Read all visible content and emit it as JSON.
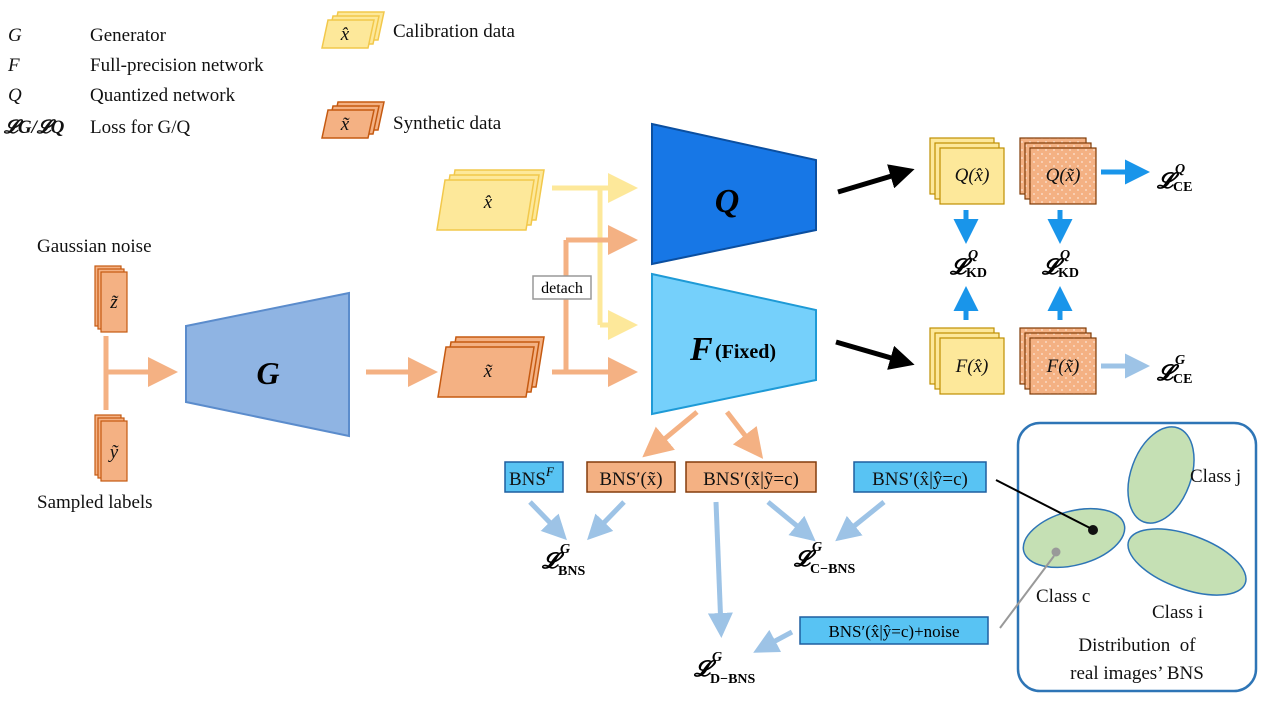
{
  "legend": {
    "items": [
      {
        "symbol": "G",
        "desc": "Generator"
      },
      {
        "symbol": "F",
        "desc": "Full-precision network"
      },
      {
        "symbol": "Q",
        "desc": "Quantized network"
      },
      {
        "symbol": "𝓛G/𝓛Q",
        "desc": "Loss for G/Q"
      }
    ],
    "calibration": {
      "symbol": "x̂",
      "label": "Calibration data"
    },
    "synthetic": {
      "symbol": "x̃",
      "label": "Synthetic data"
    }
  },
  "inputs": {
    "noise_label": "Gaussian noise",
    "noise_symbol": "z̃",
    "labels_label": "Sampled labels",
    "labels_symbol": "ỹ"
  },
  "networks": {
    "generator": "G",
    "quantized": "Q",
    "full": "F",
    "full_suffix": "(Fixed)"
  },
  "data": {
    "calib": "x̂",
    "synth": "x̃",
    "detach": "detach"
  },
  "outputs": {
    "q_calib": "Q(x̂)",
    "q_synth": "Q(x̃)",
    "f_calib": "F(x̂)",
    "f_synth": "F(x̃)"
  },
  "losses": {
    "ce_q": {
      "base": "𝓛",
      "sup": "Q",
      "sub": "CE"
    },
    "kd_q1": {
      "base": "𝓛",
      "sup": "Q",
      "sub": "KD"
    },
    "kd_q2": {
      "base": "𝓛",
      "sup": "Q",
      "sub": "KD"
    },
    "ce_g": {
      "base": "𝓛",
      "sup": "G",
      "sub": "CE"
    },
    "bns_g": {
      "base": "𝓛",
      "sup": "G",
      "sub": "BNS"
    },
    "cbns_g": {
      "base": "𝓛",
      "sup": "G",
      "sub": "C−BNS"
    },
    "dbns_g": {
      "base": "𝓛",
      "sup": "G",
      "sub": "D−BNS"
    }
  },
  "bns": {
    "bnsF": {
      "main": "BNS",
      "sup": "F"
    },
    "bns_synth": "BNS′(x̃)",
    "bns_synth_cond": "BNS′(x̃|ỹ=c)",
    "bns_real_cond": "BNS′(x̂|ŷ=c)",
    "bns_real_noise": "BNS′(x̂|ŷ=c)+noise"
  },
  "distribution": {
    "class_j": "Class j",
    "class_c": "Class c",
    "class_i": "Class i",
    "caption_line1": "Distribution  of",
    "caption_line2": "real images’ BNS"
  },
  "colors": {
    "calib_fill": "#fde89a",
    "calib_stroke": "#f2c84b",
    "synth_fill": "#f4b183",
    "synth_stroke": "#c55a11",
    "gen_fill": "#8fb4e3",
    "q_fill": "#1777e6",
    "f_fill": "#75d0fb",
    "bns_blue": "#58c3f3",
    "arrow_orange": "#f4b183",
    "arrow_yellow": "#fde89a",
    "arrow_blue": "#1995ea",
    "arrow_lightblue": "#9dc3e6",
    "class_fill": "#c5e0b4",
    "panel_stroke": "#2e75b6"
  }
}
